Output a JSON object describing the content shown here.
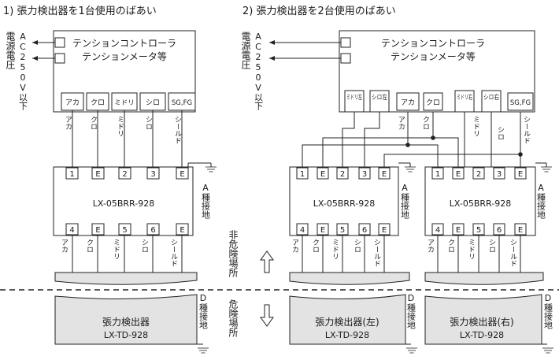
{
  "headings": {
    "left": "1) 張力検出器を1台使用のばあい",
    "right": "2) 張力検出器を2台使用のばあい"
  },
  "controller": {
    "line1": "テンションコントローラ",
    "line2": "テンションメータ等",
    "supply_line1": "電源電圧",
    "supply_line2": "AC250V以下"
  },
  "left_terminals": [
    "アカ",
    "クロ",
    "ミドリ",
    "シロ",
    "SG,FG"
  ],
  "right_terminals": [
    "ミドリ左",
    "シロ左",
    "アカ",
    "クロ",
    "ミドリ右",
    "シロ右",
    "SG,FG"
  ],
  "wire_colors": {
    "red": "アカ",
    "black": "クロ",
    "green": "ミドリ",
    "white": "シロ",
    "shield": "シールド"
  },
  "barrier": {
    "model": "LX-05BRR-928",
    "top_pins": [
      "1",
      "E",
      "2",
      "3",
      "E"
    ],
    "bottom_pins": [
      "4",
      "E",
      "5",
      "6",
      "E"
    ],
    "ground": "A種接地"
  },
  "zones": {
    "safe": "非危険場所",
    "hazard": "危険場所"
  },
  "detector": {
    "name": "張力検出器",
    "name_left": "張力検出器(左)",
    "name_right": "張力検出器(右)",
    "model": "LX-TD-928",
    "ground": "D種接地"
  }
}
